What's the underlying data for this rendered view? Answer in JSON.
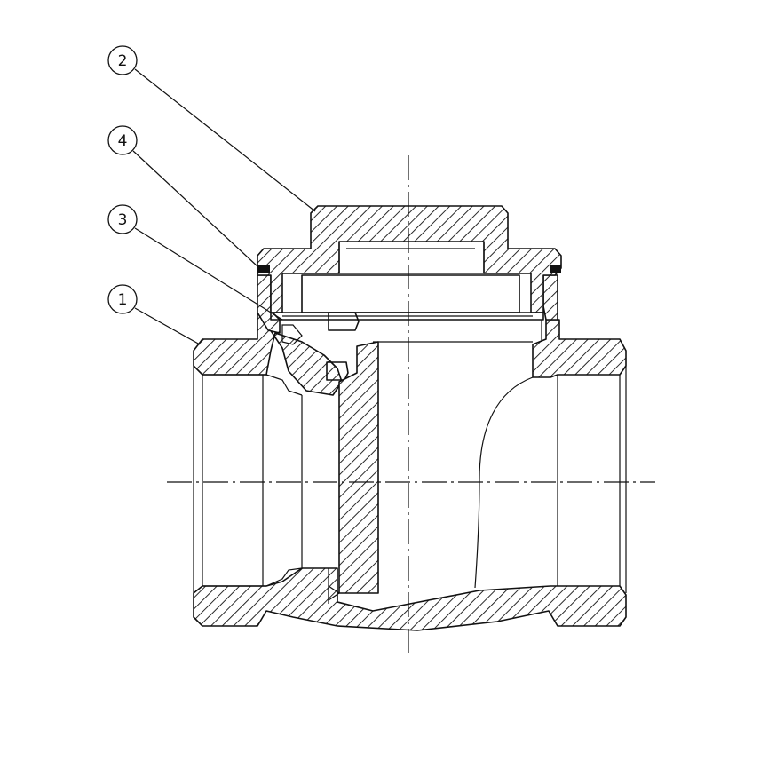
{
  "callouts": [
    {
      "id": "callout-2",
      "label": "2"
    },
    {
      "id": "callout-4",
      "label": "4"
    },
    {
      "id": "callout-3",
      "label": "3"
    },
    {
      "id": "callout-1",
      "label": "1"
    }
  ]
}
